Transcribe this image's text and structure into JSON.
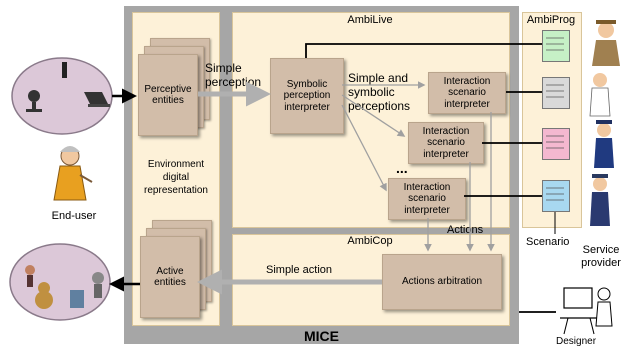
{
  "mice_label": "MICE",
  "ambilive_label": "AmbiLive",
  "ambicop_label": "AmbiCop",
  "ambiprog_label": "AmbiProg",
  "perceptive_entities": "Perceptive entities",
  "active_entities": "Active entities",
  "environment_label": "Environment digital representation",
  "simple_perception": "Simple perception",
  "symbolic_interpreter": "Symbolic perception interpreter",
  "simple_symbolic": "Simple and symbolic perceptions",
  "interaction_interpreter": "Interaction scenario interpreter",
  "ellipsis": "...",
  "actions": "Actions",
  "simple_action": "Simple action",
  "actions_arbitration": "Actions arbitration",
  "end_user": "End-user",
  "scenario": "Scenario",
  "service_provider": "Service provider",
  "designer": "Designer",
  "colors": {
    "mice": "#a6a6a6",
    "panel": "#fdf1d8",
    "component": "#d2bda9",
    "doc_green": "#c6f0c6",
    "doc_gray": "#d9d9d9",
    "doc_pink": "#f4b8d0",
    "doc_blue": "#a8d8f0"
  },
  "icons": [
    "sensors-cluster-icon",
    "actuators-cluster-icon",
    "elderly-woman-icon",
    "detective-icon",
    "doctor-icon",
    "police-officer-icon",
    "pilot-icon",
    "designer-at-computer-icon"
  ]
}
